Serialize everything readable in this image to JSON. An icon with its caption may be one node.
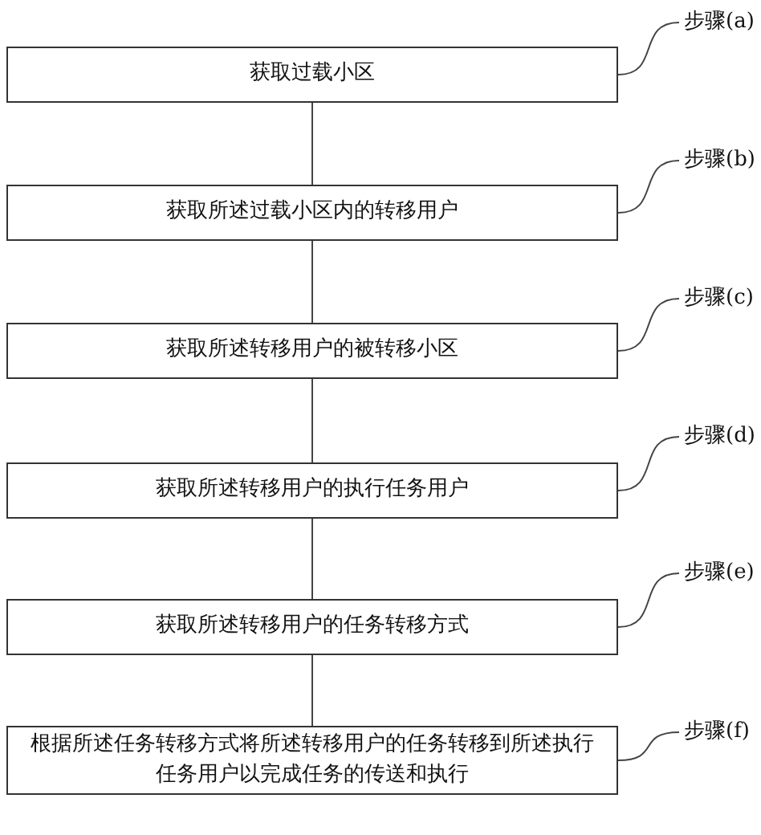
{
  "diagram": {
    "nodes": [
      {
        "text": [
          "获取过载小区"
        ]
      },
      {
        "text": [
          "获取所述过载小区内的转移用户"
        ]
      },
      {
        "text": [
          "获取所述转移用户的被转移小区"
        ]
      },
      {
        "text": [
          "获取所述转移用户的执行任务用户"
        ]
      },
      {
        "text": [
          "获取所述转移用户的任务转移方式"
        ]
      },
      {
        "text": [
          "根据所述任务转移方式将所述转移用户的任务转移到所述执行任务用户以完成任务的传送和执行"
        ]
      },
      {
        "text": [
          "步骤(a)"
        ]
      },
      {
        "text": [
          "步骤(b)"
        ]
      },
      {
        "text": [
          "步骤(c)"
        ]
      },
      {
        "text": [
          "步骤(d)"
        ]
      },
      {
        "text": [
          "步骤(e)"
        ]
      },
      {
        "text": [
          "步骤(f)"
        ]
      }
    ],
    "edges": [
      {
        "from": 0,
        "to": 1,
        "arrow": "none"
      },
      {
        "from": 1,
        "to": 2,
        "arrow": "none"
      },
      {
        "from": 2,
        "to": 3,
        "arrow": "none"
      },
      {
        "from": 3,
        "to": 4,
        "arrow": "none"
      },
      {
        "from": 4,
        "to": 5,
        "arrow": "none"
      },
      {
        "from": 6,
        "to": 0,
        "arrow": "none"
      },
      {
        "from": 7,
        "to": 1,
        "arrow": "none"
      },
      {
        "from": 8,
        "to": 2,
        "arrow": "none"
      },
      {
        "from": 9,
        "to": 3,
        "arrow": "none"
      },
      {
        "from": 10,
        "to": 4,
        "arrow": "none"
      },
      {
        "from": 11,
        "to": 5,
        "arrow": "none"
      }
    ]
  }
}
